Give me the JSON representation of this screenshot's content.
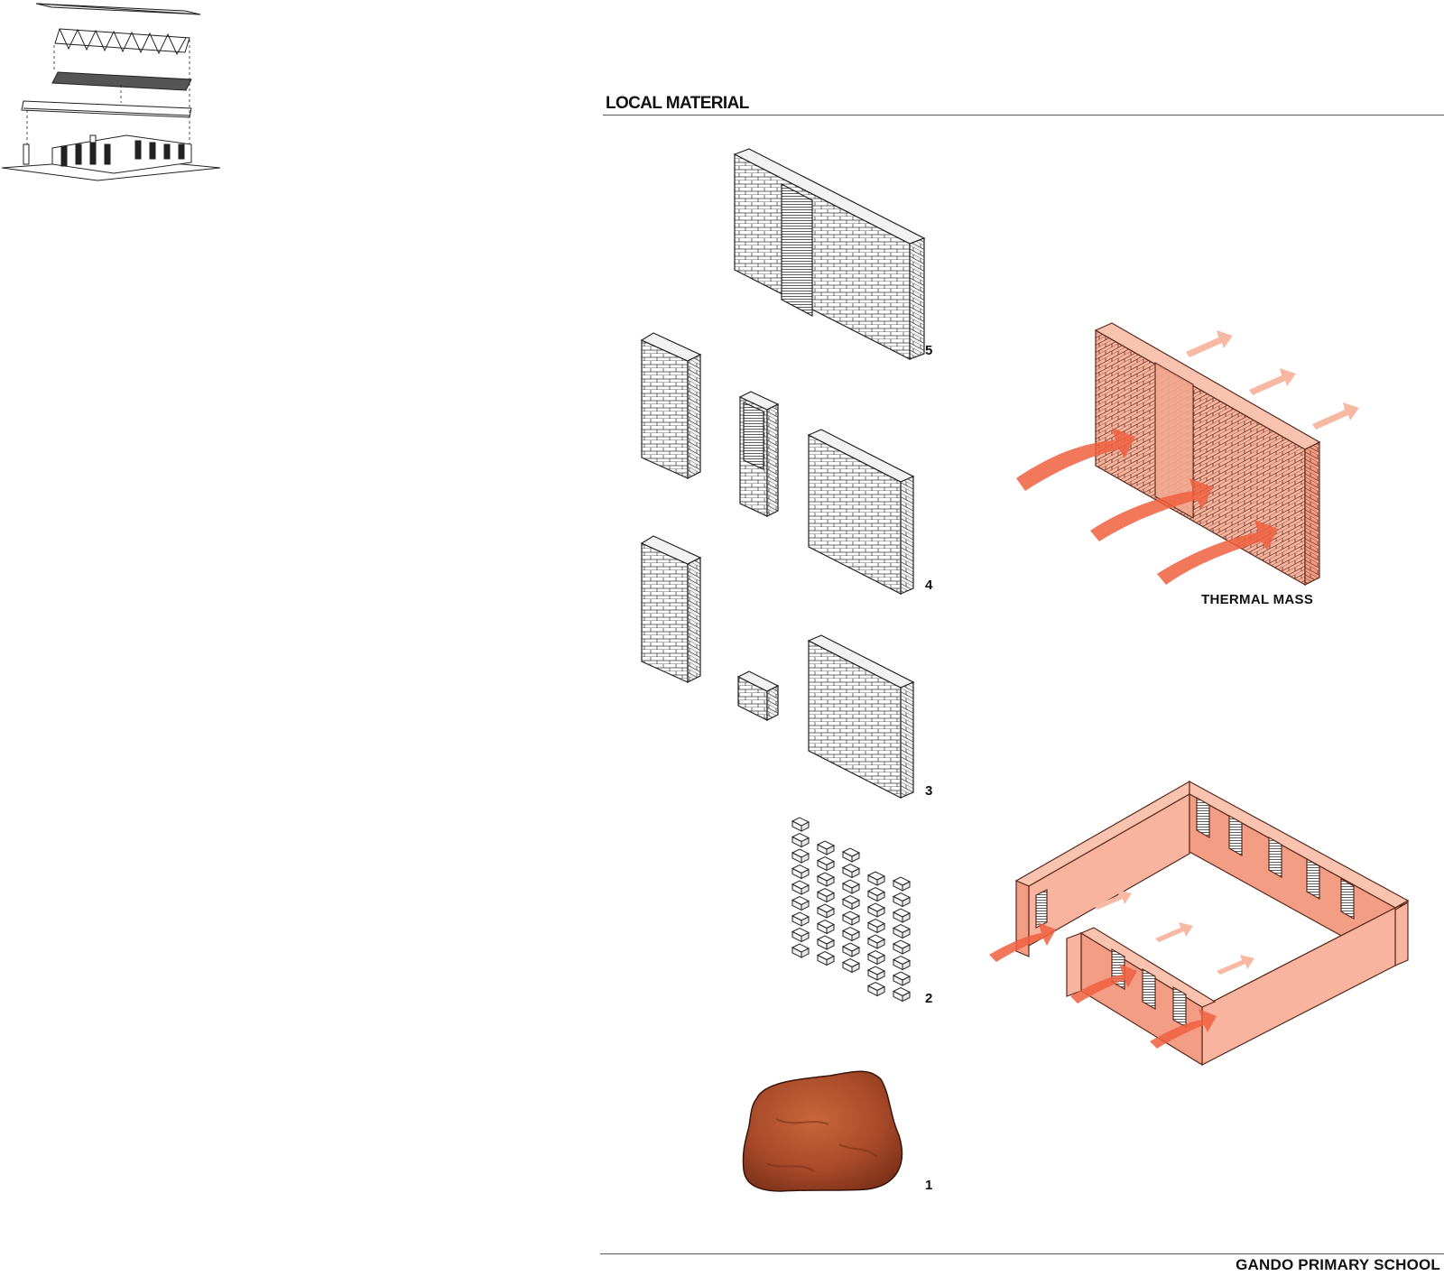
{
  "sheet": {
    "section_title": "LOCAL MATERIAL",
    "footer_title": "GANDO PRIMARY SCHOOL"
  },
  "stages": [
    {
      "number": "1"
    },
    {
      "number": "2"
    },
    {
      "number": "3"
    },
    {
      "number": "4"
    },
    {
      "number": "5"
    }
  ],
  "captions": {
    "thermal_mass": "THERMAL MASS"
  },
  "colors": {
    "brick_salmon": "#f8b49e",
    "brick_dark": "#e8876b",
    "airflow_arrow": "#f0603f",
    "airflow_arrow_light": "#f7b9a4",
    "laterite_stone": "#b9542f",
    "line": "#222222"
  }
}
